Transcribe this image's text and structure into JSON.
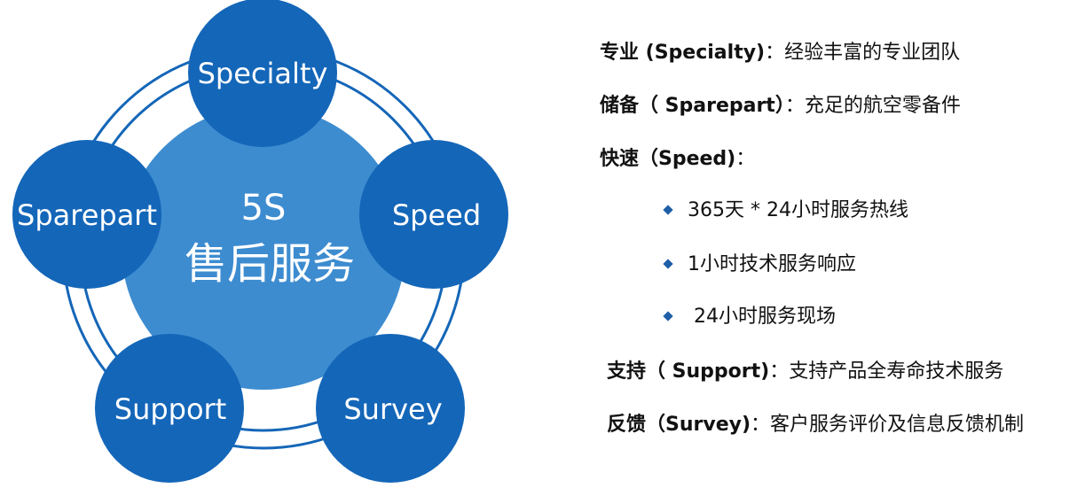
{
  "diagram": {
    "center": {
      "line1": "5S",
      "line2": "售后服务"
    },
    "nodes": [
      "Specialty",
      "Speed",
      "Survey",
      "Support",
      "Sparepart"
    ],
    "colors": {
      "node": "#1466b8",
      "center": "#3d8cd0",
      "ring": "#1466b8"
    }
  },
  "descriptions": [
    {
      "term": "专业 (Specialty)",
      "text": "：经验丰富的专业团队"
    },
    {
      "term": "储备（ Sparepart）",
      "text": "：充足的航空零备件"
    },
    {
      "term": "快速（Speed)",
      "text": "："
    },
    {
      "term": "支持（ Support)",
      "text": "：支持产品全寿命技术服务"
    },
    {
      "term": "反馈（Survey)",
      "text": "：客户服务评价及信息反馈机制"
    }
  ],
  "speed_items": [
    "365天 * 24小时服务热线",
    "1小时技术服务响应",
    " 24小时服务现场"
  ]
}
